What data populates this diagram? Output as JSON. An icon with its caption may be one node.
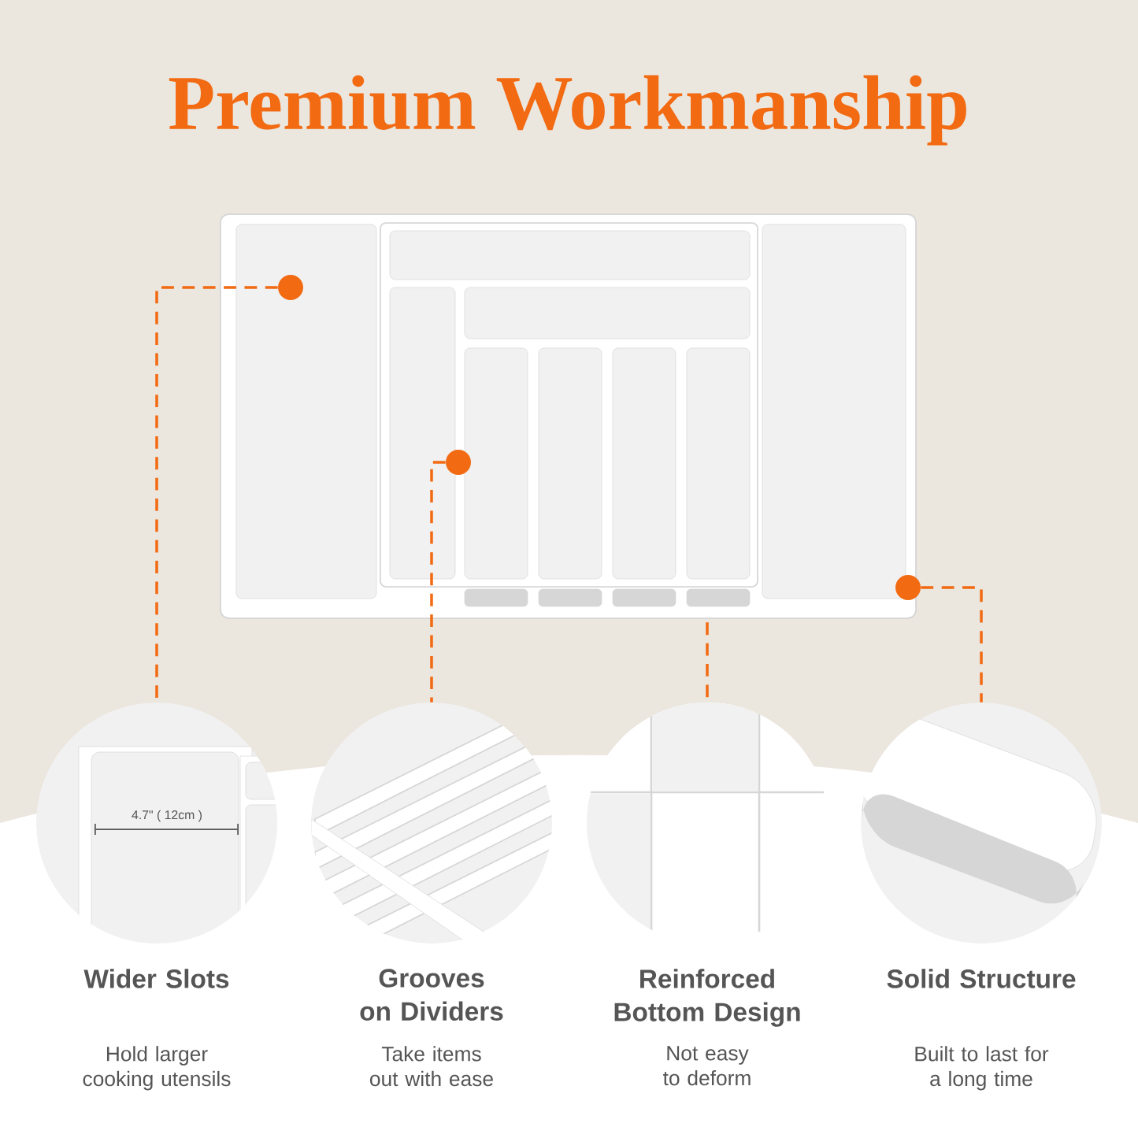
{
  "diagram": {
    "title": "Premium Workmanship",
    "nodes": [
      {
        "text": [],
        "shape": "picture"
      },
      {
        "text": [],
        "shape": "circle",
        "in": 0
      },
      {
        "text": [],
        "shape": "circle",
        "in": 0
      },
      {
        "text": [],
        "shape": "circle",
        "in": 0
      },
      {
        "text": [],
        "shape": "picture",
        "beside": [
          "Wider Slots",
          "Hold larger cooking utensils"
        ]
      },
      {
        "text": [],
        "shape": "picture",
        "beside": [
          "Grooves on Dividers",
          "Take items out with ease"
        ]
      },
      {
        "text": [],
        "shape": "picture",
        "beside": [
          "Reinforced Bottom Design",
          "Not easy to deform"
        ]
      },
      {
        "text": [],
        "shape": "picture",
        "beside": [
          "Solid Structure",
          "Built to last for a long time"
        ]
      }
    ],
    "edges": [
      {
        "from": 1,
        "to": 4,
        "arrow": "none",
        "style": "dashed"
      },
      {
        "from": 2,
        "to": 5,
        "arrow": "none",
        "style": "dashed"
      },
      {
        "from": 0,
        "to": 6,
        "arrow": "none",
        "style": "dashed"
      },
      {
        "from": 3,
        "to": 7,
        "arrow": "none",
        "style": "dashed"
      }
    ],
    "labels": [
      "4.7\" ( 12cm )"
    ]
  }
}
